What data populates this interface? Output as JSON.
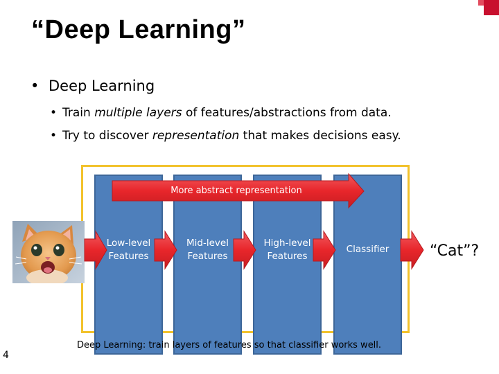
{
  "title": "“Deep Learning”",
  "bullets": {
    "level1": "Deep Learning",
    "level2": [
      {
        "before": "Train ",
        "emphasis": "multiple layers",
        "after": " of features/abstractions from data."
      },
      {
        "before": "Try to discover ",
        "emphasis": "representation",
        "after": " that makes decisions easy."
      }
    ]
  },
  "diagram": {
    "top_arrow_label": "More abstract representation",
    "stages": [
      "Low-level Features",
      "Mid-level Features",
      "High-level Features",
      "Classifier"
    ],
    "stage_lines": [
      [
        "Low-level",
        "Features"
      ],
      [
        "Mid-level",
        "Features"
      ],
      [
        "High-level",
        "Features"
      ],
      [
        "Classifier"
      ]
    ],
    "output": "“Cat”?",
    "caption": "Deep Learning:  train layers of features so that classifier works well.",
    "input_image": "kitten-photo"
  },
  "colors": {
    "stage_fill": "#4e7fbb",
    "frame": "#f2c22c",
    "arrow": "#e8262b",
    "corner": "#c8102e"
  },
  "slide_number": "4"
}
